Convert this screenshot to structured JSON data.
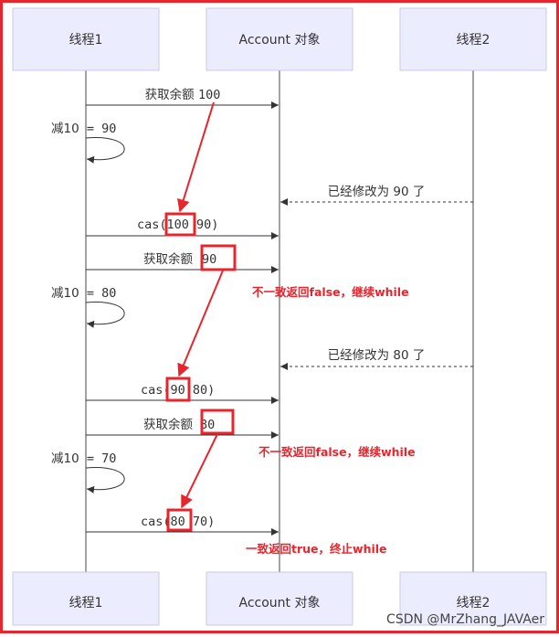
{
  "participants": {
    "thread1": "线程1",
    "account": "Account 对象",
    "thread2": "线程2"
  },
  "messages": {
    "get1": {
      "text": "获取余额",
      "value": "100"
    },
    "self1": {
      "text": "减10",
      "rest": " = 90"
    },
    "mod1": "已经修改为 90 了",
    "cas1": {
      "prefix": "cas(",
      "value": "100",
      "rest": " 90)"
    },
    "get2": {
      "text": "获取余额",
      "value": "90"
    },
    "self2": {
      "text": "减10",
      "rest": " = 80"
    },
    "mod2": "已经修改为 80 了",
    "cas2": {
      "prefix": "cas(",
      "value": "90",
      "rest": " 80)"
    },
    "get3": {
      "text": "获取余额",
      "value": "80"
    },
    "self3": {
      "text": "减10",
      "rest": " = 70"
    },
    "cas3": {
      "prefix": "cas(",
      "value": "80",
      "rest": " 70)"
    }
  },
  "annotations": {
    "a1": "不一致返回false，继续while",
    "a2": "不一致返回false，继续while",
    "a3": "一致返回true，终止while"
  },
  "watermark": "CSDN @MrZhang_JAVAer",
  "colors": {
    "frame": "#e8242c",
    "box_fill": "#ececff",
    "box_stroke": "#c9c9e8",
    "line": "#333333",
    "highlight": "#e8242c"
  }
}
